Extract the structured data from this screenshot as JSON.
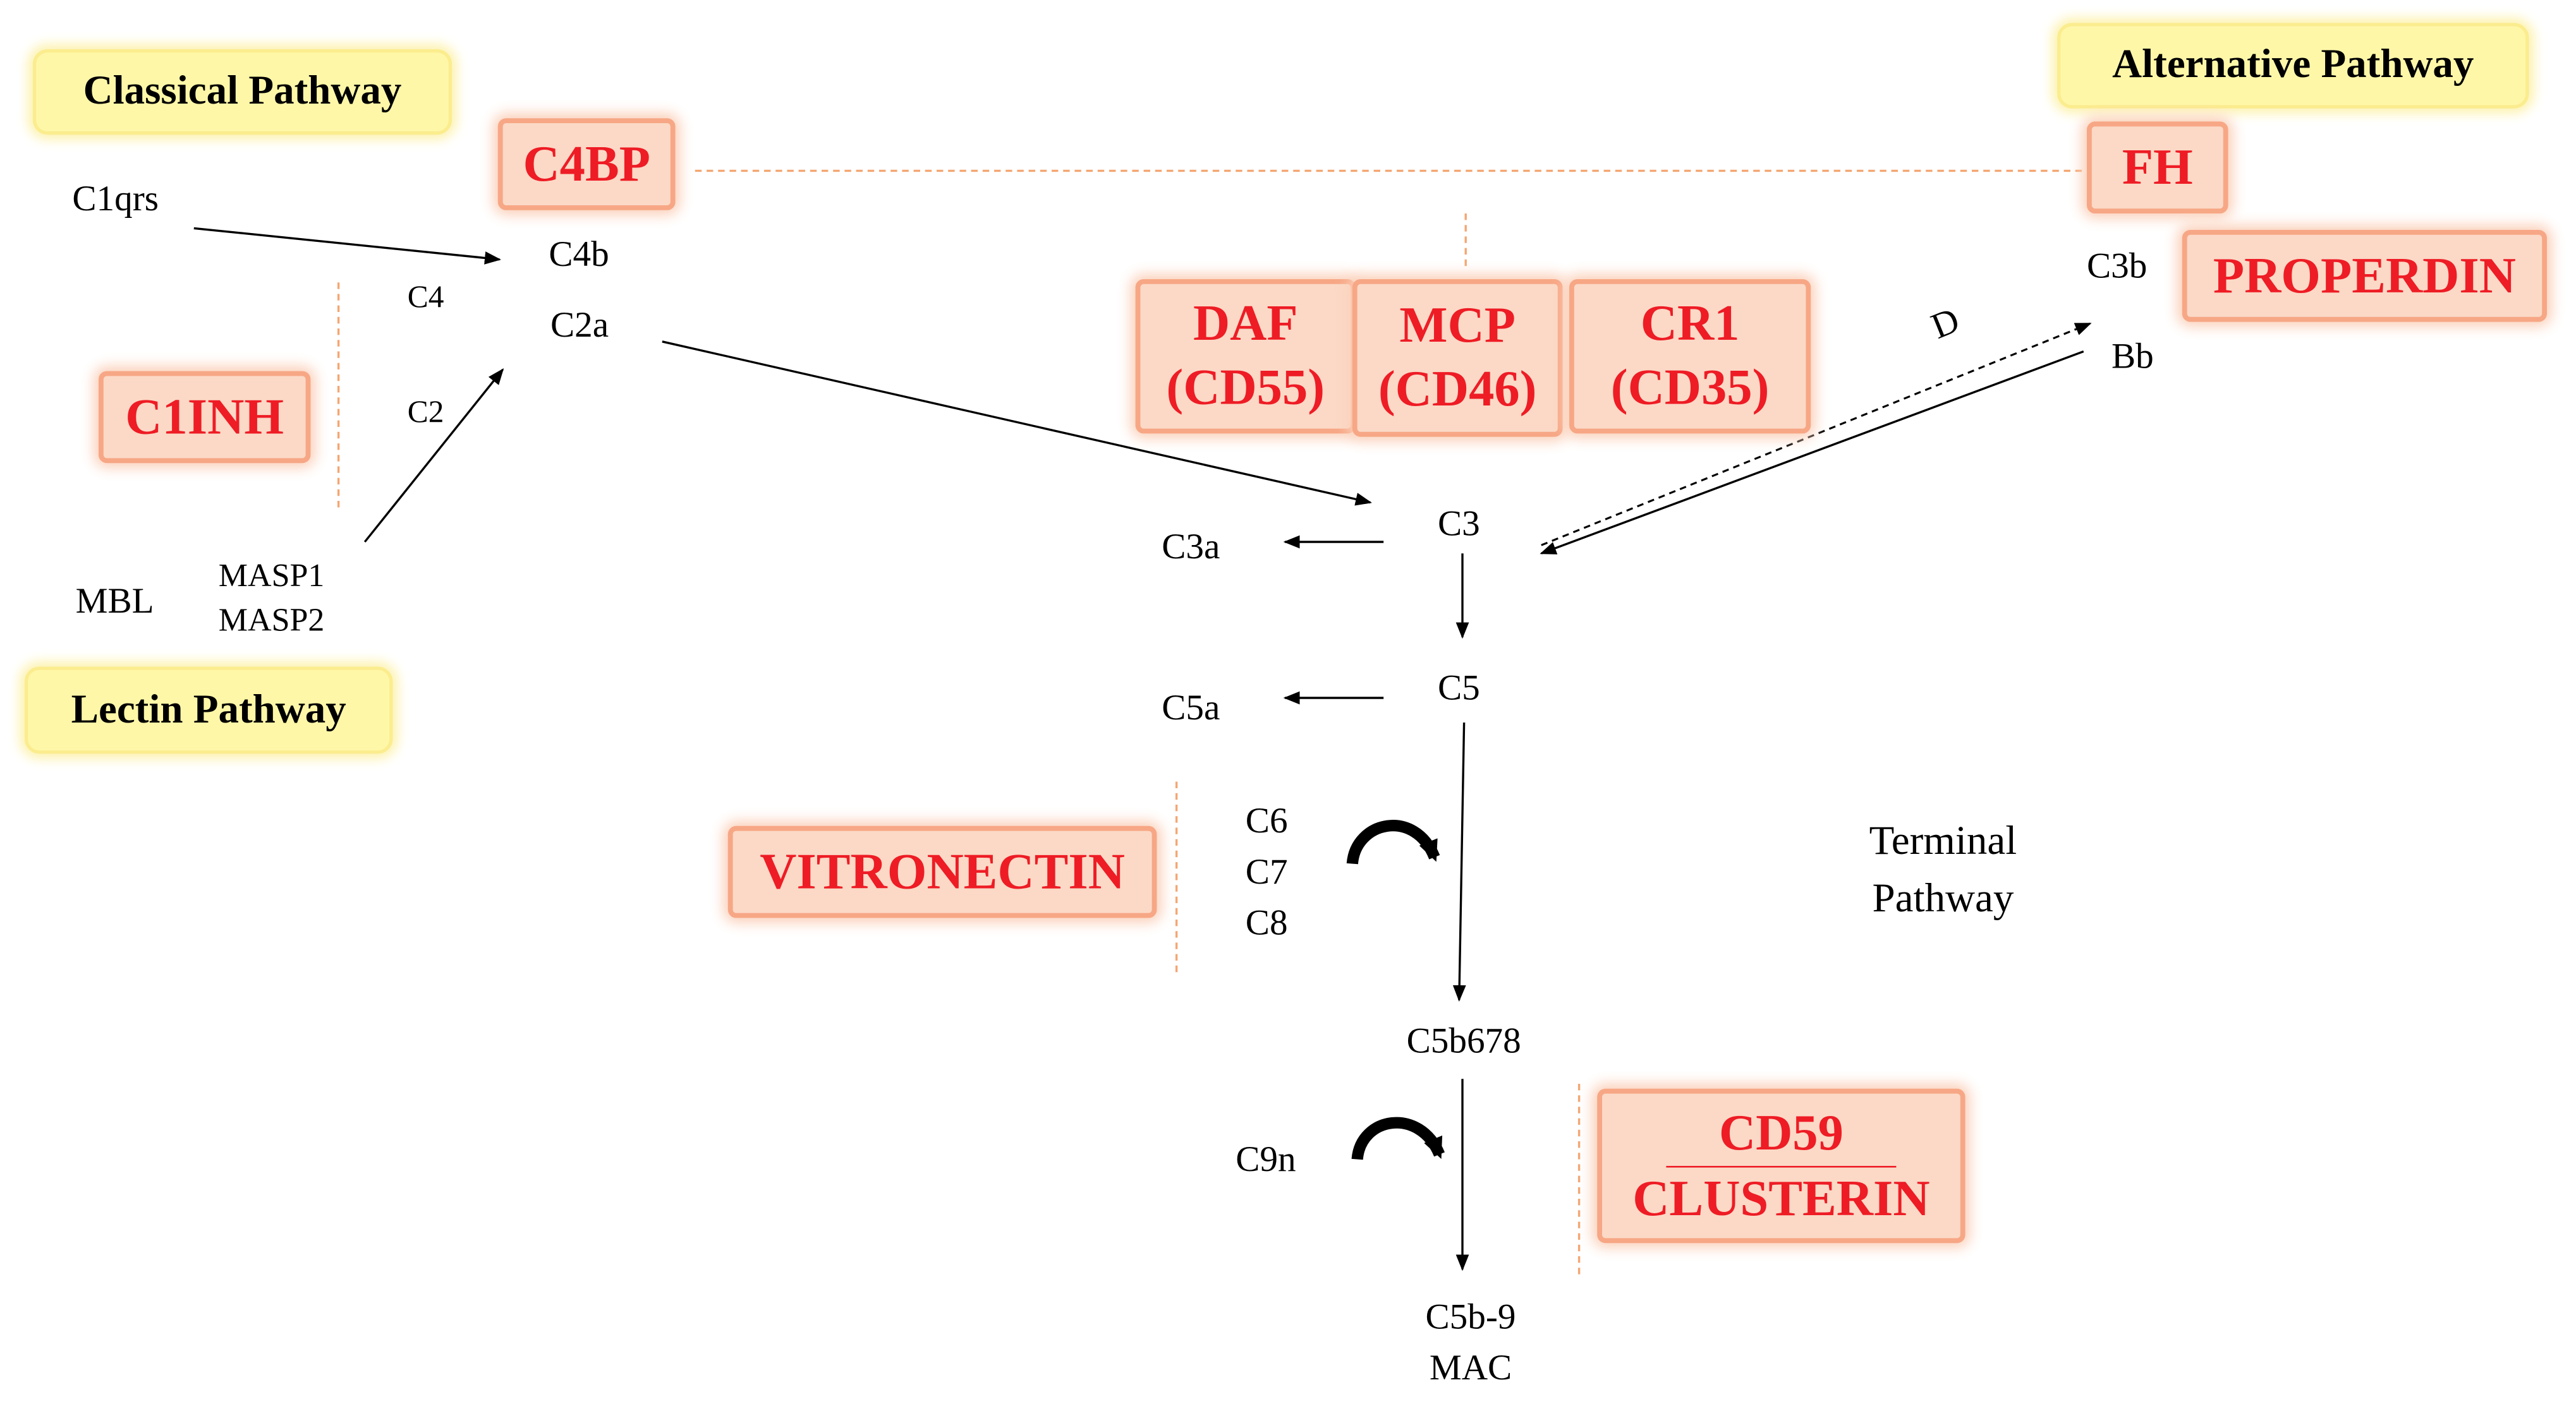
{
  "pathways": {
    "classical": "Classical Pathway",
    "alternative": "Alternative Pathway",
    "lectin": "Lectin Pathway",
    "terminal_line1": "Terminal",
    "terminal_line2": "Pathway"
  },
  "components": {
    "c1qrs": "C1qrs",
    "c4": "C4",
    "c2": "C2",
    "c4b": "C4b",
    "c2a": "C2a",
    "mbl": "MBL",
    "masp1": "MASP1",
    "masp2": "MASP2",
    "c3": "C3",
    "c3a": "C3a",
    "c5": "C5",
    "c5a": "C5a",
    "c6": "C6",
    "c7": "C7",
    "c8": "C8",
    "c5b678": "C5b678",
    "c9n": "C9n",
    "c5b9": "C5b-9",
    "mac": "MAC",
    "c3b": "C3b",
    "bb": "Bb",
    "d": "D"
  },
  "regulators": {
    "c4bp": "C4BP",
    "c1inh": "C1INH",
    "daf_line1": "DAF",
    "daf_line2": "(CD55)",
    "mcp_line1": "MCP",
    "mcp_line2": "(CD46)",
    "cr1_line1": "CR1",
    "cr1_line2": "(CD35)",
    "fh": "FH",
    "properdin": "PROPERDIN",
    "vitronectin": "VITRONECTIN",
    "cd59": "CD59",
    "clusterin": "CLUSTERIN"
  },
  "colors": {
    "regulator_text": "#ee1c25",
    "regulator_fill": "#fbd9c6",
    "regulator_border": "#f7a785",
    "pathway_fill": "#fff7a8",
    "dashed_line": "#f4a672",
    "arrow": "#000000"
  }
}
